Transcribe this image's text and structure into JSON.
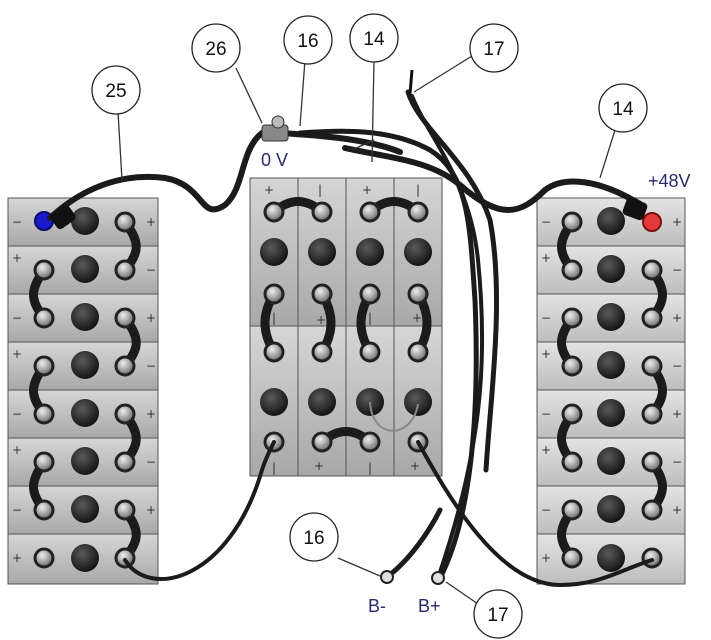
{
  "labels": {
    "zero_v": "0 V",
    "plus_48v": "+48V",
    "b_minus": "B-",
    "b_plus": "B+"
  },
  "callouts": {
    "c25": "25",
    "c26": "26",
    "c16_top": "16",
    "c14_top": "14",
    "c17_top": "17",
    "c14_right": "14",
    "c16_bottom": "16",
    "c17_bottom": "17"
  },
  "terminal_symbols": {
    "minus": "−",
    "plus": "+",
    "bar": "|"
  },
  "colors": {
    "negative_terminal": "#1a1acc",
    "positive_terminal": "#e23a3a",
    "cable": "#1b1b1b",
    "battery_left": "#bcbcbc",
    "battery_center": "#c4c4c4",
    "battery_right": "#d2d2d2"
  }
}
